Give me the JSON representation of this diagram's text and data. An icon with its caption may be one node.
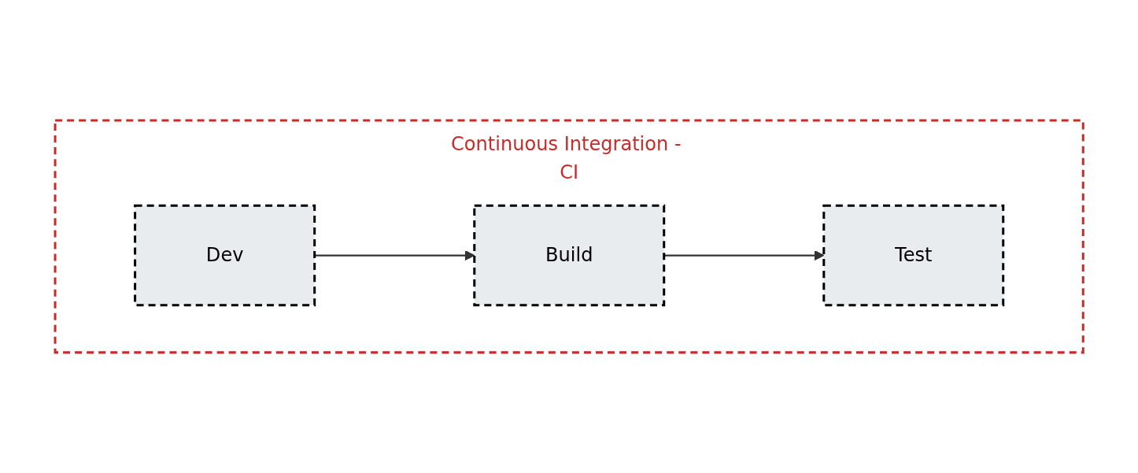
{
  "diagram": {
    "nodes": [
      {
        "text": [
          "Continuous Integration - CI"
        ]
      },
      {
        "text": [
          "Dev"
        ],
        "in": 0
      },
      {
        "text": [
          "Build"
        ],
        "in": 0
      },
      {
        "text": [
          "Test"
        ],
        "in": 0
      }
    ],
    "edges": [
      {
        "from": 1,
        "to": 2,
        "arrow": "to"
      },
      {
        "from": 2,
        "to": 3,
        "arrow": "to"
      }
    ]
  }
}
